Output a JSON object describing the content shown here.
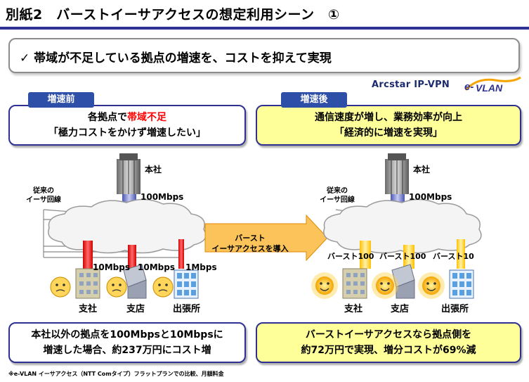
{
  "title": "別紙2　バーストイーサアクセスの想定利用シーン　①",
  "headline": "✓ 帯域が不足している拠点の増速を、コストを抑えて実現",
  "brand": {
    "service": "Arcstar IP-VPN",
    "logo_text": "e-VLAN"
  },
  "before": {
    "tag": "増速前",
    "caption_line1_prefix": "各拠点で",
    "caption_line1_highlight": "帯域不足",
    "caption_line2": "「極力コストをかけず増速したい」",
    "legacy_line_label_1": "従来の",
    "legacy_line_label_2": "イーサ回線",
    "hq_label": "本社",
    "hq_speed": "100Mbps",
    "branch_speeds": [
      "10Mbps",
      "10Mbps",
      "1Mbps"
    ],
    "sites": [
      "支社",
      "支店",
      "出張所"
    ],
    "summary_line1": "本社以外の拠点を100Mbpsと10Mbpsに",
    "summary_line2": "増速した場合、約237万円にコスト増"
  },
  "arrow": {
    "line1": "バースト",
    "line2": "イーサアクセスを導入"
  },
  "after": {
    "tag": "増速後",
    "caption_line1": "通信速度が増し、業務効率が向上",
    "caption_line2": "「経済的に増速を実現」",
    "legacy_line_label_1": "従来の",
    "legacy_line_label_2": "イーサ回線",
    "hq_label": "本社",
    "hq_speed": "100Mbps",
    "burst_labels": [
      "バースト100",
      "バースト100",
      "バースト10"
    ],
    "sites": [
      "支社",
      "支店",
      "出張所"
    ],
    "summary_line1": "バーストイーサアクセスなら拠点側を",
    "summary_line2": "約72万円で実現、増分コストが69%減"
  },
  "footnote": "※e-VLAN イーサアクセス（NTT Comタイプ）フラットプランでの比較、月額料金",
  "colors": {
    "navy": "#2e3192",
    "tag_blue": "#2e4fa8",
    "highlight_yellow": "#ffff99",
    "legacy_red": "#e00000",
    "burst_yellow": "#ffd24a",
    "arrow_orange": "#f7a800"
  }
}
